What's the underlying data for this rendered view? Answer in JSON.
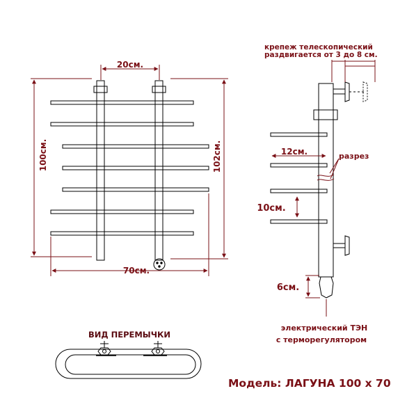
{
  "labels": {
    "dim_width_top": "20см.",
    "dim_height_left": "100см.",
    "dim_height_right": "102см.",
    "dim_width_bottom": "70см.",
    "mount_line1": "крепеж телескопический",
    "mount_line2": "раздвигается от 3 до 8 см.",
    "dim_depth": "12см.",
    "cut": "разрез",
    "dim_spacing": "10см.",
    "dim_heater": "6см.",
    "heater_line1": "электрический   ТЭН",
    "heater_line2": "с терморегулятором",
    "jumper_view": "ВИД ПЕРЕМЫЧКИ",
    "model": "Модель: ЛАГУНА 100 х  70"
  },
  "colors": {
    "line": "#000000",
    "dimension": "#7a1016"
  }
}
